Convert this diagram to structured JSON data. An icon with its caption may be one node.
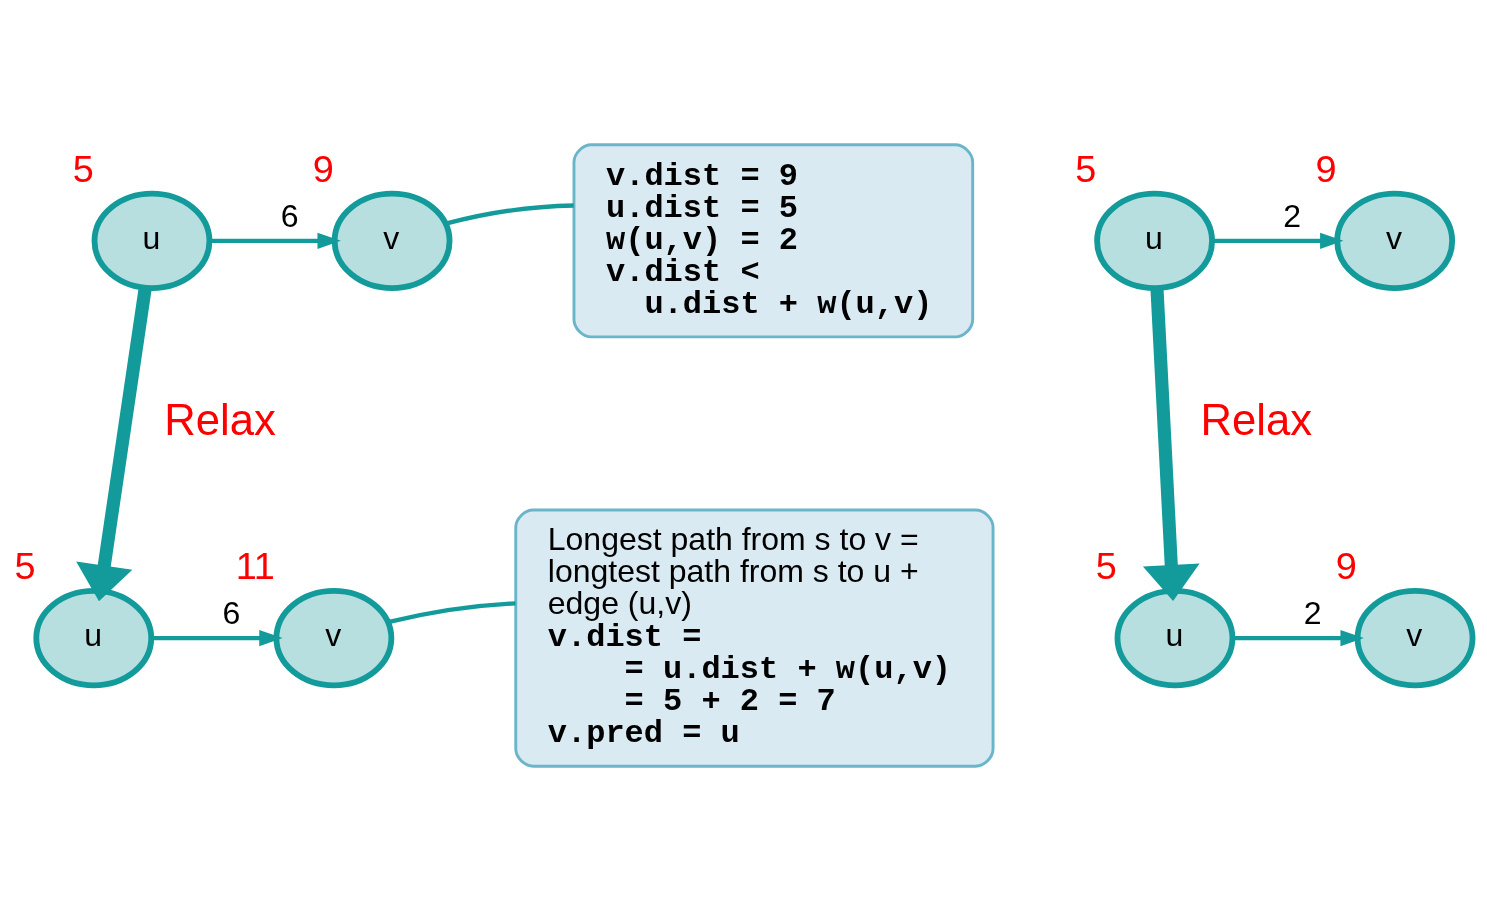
{
  "diagram": {
    "nodes": [
      {
        "text": [
          "u"
        ],
        "beside": [
          "5"
        ]
      },
      {
        "text": [
          "v"
        ],
        "beside": [
          "9"
        ]
      },
      {
        "text": [
          "v.dist = 9",
          "u.dist = 5",
          "w(u,v) = 2",
          "v.dist <",
          "u.dist + w(u,v)"
        ]
      },
      {
        "text": [
          "u"
        ],
        "beside": [
          "5"
        ]
      },
      {
        "text": [
          "v"
        ],
        "beside": [
          "9"
        ]
      },
      {
        "text": [
          "u"
        ],
        "beside": [
          "5"
        ]
      },
      {
        "text": [
          "v"
        ],
        "beside": [
          "11"
        ]
      },
      {
        "text": [
          "Longest path from s to v = longtest path from s to u + edge (u,v)",
          "v.dist =",
          "= u.dist + w(u,v)",
          "= 5 + 2 = 7",
          "v.pred = u"
        ]
      },
      {
        "text": [
          "u"
        ],
        "beside": [
          "5"
        ]
      },
      {
        "text": [
          "v"
        ],
        "beside": [
          "9"
        ]
      }
    ],
    "edges": [
      {
        "from": 0,
        "to": 1,
        "arrow": "to",
        "label": "6"
      },
      {
        "from": 2,
        "to": 1,
        "arrow": "none"
      },
      {
        "from": 3,
        "to": 4,
        "arrow": "to",
        "label": "2"
      },
      {
        "from": 0,
        "to": 5,
        "arrow": "to",
        "label": "Relax",
        "style": "thick"
      },
      {
        "from": 3,
        "to": 8,
        "arrow": "to",
        "label": "Relax",
        "style": "thick"
      },
      {
        "from": 5,
        "to": 6,
        "arrow": "to",
        "label": "6"
      },
      {
        "from": 7,
        "to": 6,
        "arrow": "none"
      },
      {
        "from": 8,
        "to": 9,
        "arrow": "to",
        "label": "2"
      }
    ]
  }
}
